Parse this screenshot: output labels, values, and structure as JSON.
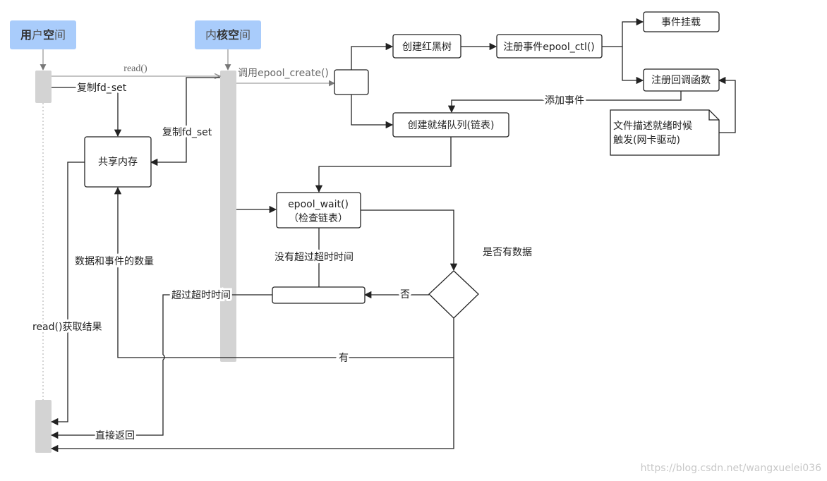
{
  "headers": {
    "user_space": [
      "用",
      "户",
      "空",
      "间"
    ],
    "kernel_space": [
      "内",
      "核",
      "空",
      "间"
    ]
  },
  "nodes": {
    "shared_memory": "共享内存",
    "create_rbtree": "创建红黑树",
    "register_event": "注册事件epool_ctl()",
    "event_mount": "事件挂载",
    "register_callback": "注册回调函数",
    "create_ready_list": "创建就绪队列(链表)",
    "epoll_wait_line1": "epool_wait()",
    "epoll_wait_line2": "（检查链表）",
    "note_line1": "文件描述就绪时候",
    "note_line2": "触发(网卡驱动)",
    "decision_label": "是否有数据"
  },
  "edges": {
    "read_call": "read()",
    "copy_fdset_1": "复制fd_set",
    "copy_fdset_2": "复制fd_set",
    "call_create": "调用epool_create()",
    "add_event": "添加事件",
    "data_event_count": "数据和事件的数量",
    "read_result": "read()获取结果",
    "not_timeout": "没有超过超时时间",
    "no": "否",
    "timeout": "超过超时时间",
    "yes": "有",
    "direct_return": "直接返回"
  },
  "watermark": "https://blog.csdn.net/wangxuelei036"
}
